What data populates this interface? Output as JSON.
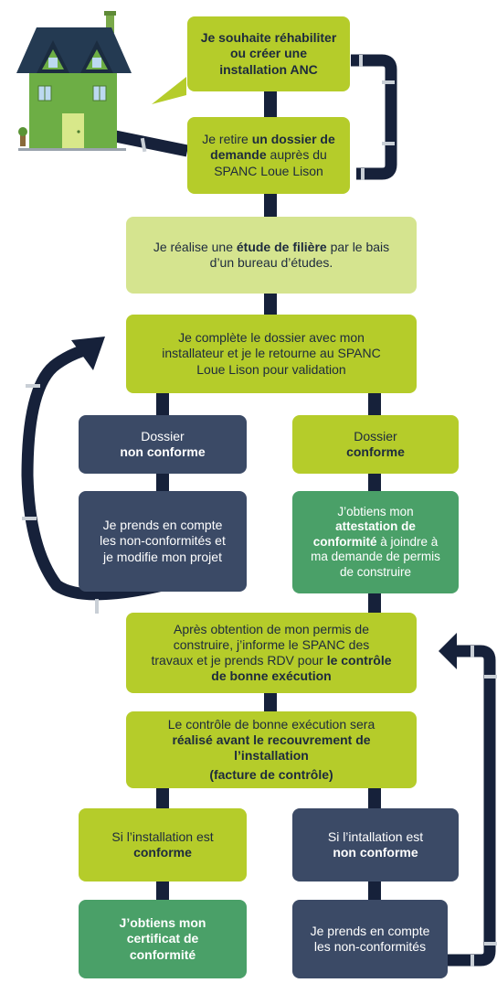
{
  "steps": {
    "wish": {
      "l1": "Je souhaite réhabiliter",
      "l2": "ou créer une",
      "l3": "installation ANC"
    },
    "request": {
      "l1_pre": "Je retire ",
      "l1_bold": "un dossier de",
      "l2_bold": "demande",
      "l2_post": " auprès du",
      "l3": "SPANC Loue Lison"
    },
    "study": {
      "l1_pre": "Je réalise une ",
      "l1_bold": "étude de filière",
      "l1_post": " par le bais",
      "l2": "d’un bureau d’études."
    },
    "complete": {
      "l1": "Je complète le dossier avec mon",
      "l2": "installateur et je le retourne au SPANC",
      "l3": "Loue Lison pour validation"
    },
    "noncompliant": {
      "l1": "Dossier",
      "l2_bold": "non conforme"
    },
    "compliant": {
      "l1": "Dossier",
      "l2_bold": "conforme"
    },
    "modify": {
      "l1": "Je prends en compte",
      "l2": "les non-conformités et",
      "l3": "je modifie mon projet"
    },
    "attestation": {
      "l1": "J’obtiens mon",
      "l2_bold": "attestation de",
      "l3_bold": "conformité",
      "l3_post": " à joindre à",
      "l4": "ma demande de permis",
      "l5": "de construire"
    },
    "permit": {
      "l1": "Après obtention de mon permis de",
      "l2": "construire, j’informe le SPANC  des",
      "l3_pre": "travaux et je prends RDV pour ",
      "l3_bold": "le contrôle",
      "l4_bold": "de bonne exécution"
    },
    "control": {
      "l1": "Le contrôle de bonne exécution sera",
      "l2_bold1": "réalisé",
      "l2_bold2": " avant le recouvrement de",
      "l3_bold": "l’installation",
      "l4_bold": "(facture de contrôle)"
    },
    "if_conform": {
      "l1": "Si l’installation est",
      "l2_bold": "conforme"
    },
    "if_nonconform": {
      "l1": "Si l’intallation est",
      "l2_bold": "non conforme"
    },
    "certificate": {
      "l1_bold": "J’obtiens mon",
      "l2_bold": "certificat de",
      "l3_bold": "conformité"
    },
    "account": {
      "l1": "Je prends en compte",
      "l2": "les non-conformités"
    }
  },
  "colors": {
    "lime": "#b5cc2a",
    "pale_lime": "#d5e48f",
    "navy": "#3b4a66",
    "green": "#4aa068",
    "pipe": "#16213a",
    "clamp": "#c9cfd6",
    "house_wall": "#6dae45",
    "roof": "#243a52"
  },
  "icons": {
    "house": "house-illustration"
  }
}
